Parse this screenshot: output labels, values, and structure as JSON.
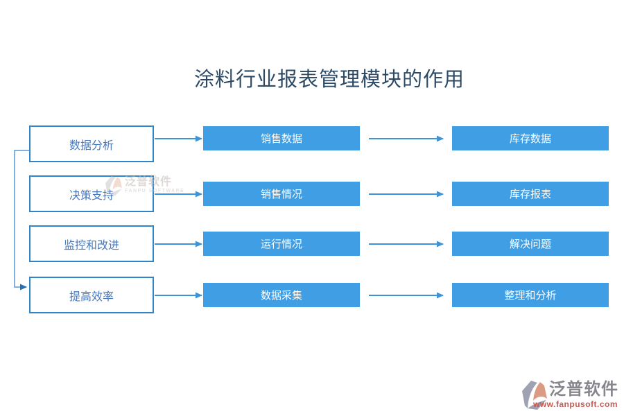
{
  "title": "涂料行业报表管理模块的作用",
  "diagram": {
    "rows": [
      {
        "source": "数据分析",
        "process": "销售数据",
        "result": "库存数据"
      },
      {
        "source": "决策支持",
        "process": "销售情况",
        "result": "库存报表"
      },
      {
        "source": "监控和改进",
        "process": "运行情况",
        "result": "解决问题"
      },
      {
        "source": "提高效率",
        "process": "数据采集",
        "result": "整理和分析"
      }
    ]
  },
  "watermark": {
    "brand": "泛普软件",
    "brand_en": "FANPU SOFTWARE"
  },
  "footer_logo": {
    "brand": "泛普软件",
    "website": "www.fanpusoft.com"
  },
  "colors": {
    "box_fill": "#3F9EE4",
    "box_border": "#2E86C8",
    "source_text": "#4678BE",
    "title_text": "#2C4A66",
    "connector": "#3E94D6",
    "bracket": "#7FB2DF",
    "bracket_arrowhead": "#2570B8",
    "logo_text": "#87868E",
    "logo_url": "#C05C55",
    "logo_orange": "#D2694E",
    "logo_gray": "#9EA2B2"
  }
}
